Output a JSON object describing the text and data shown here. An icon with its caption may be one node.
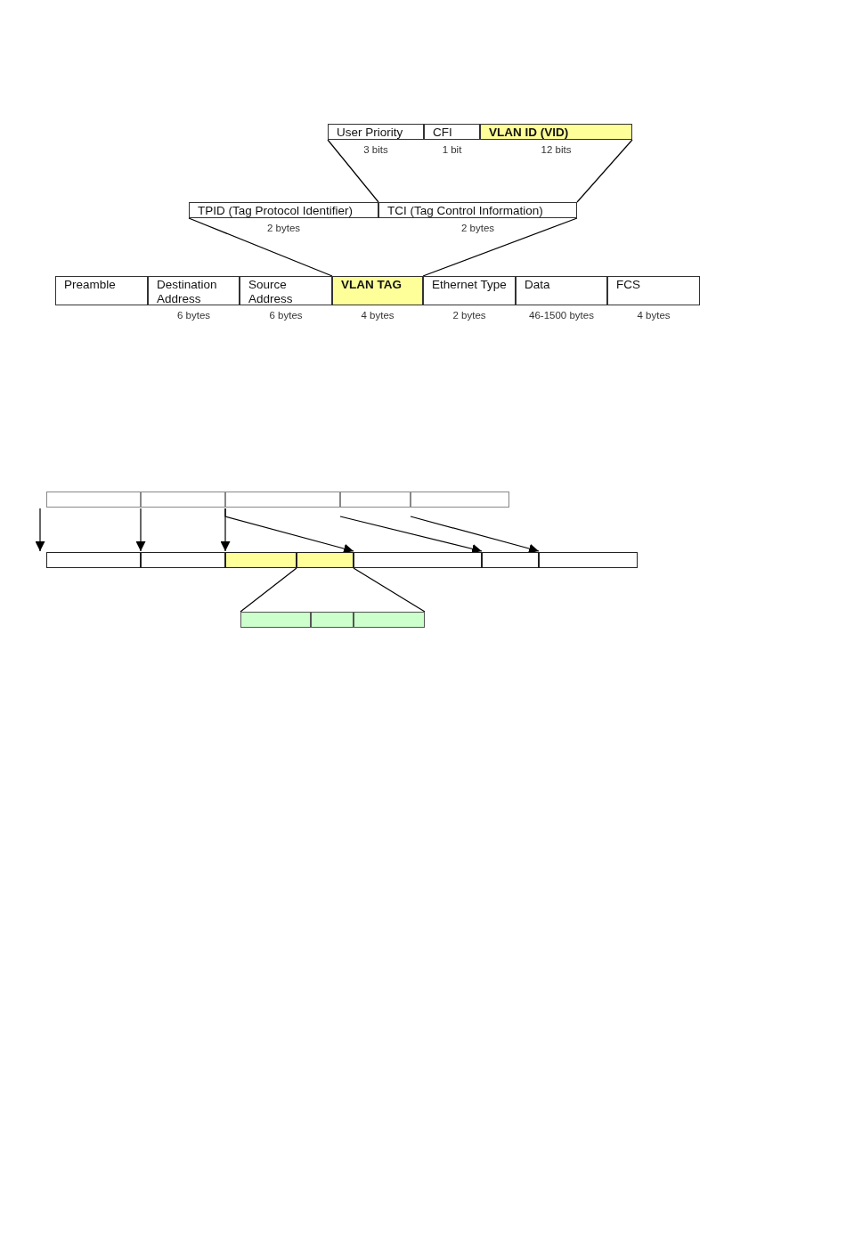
{
  "diagram": {
    "nodes": [
      {
        "text": [
          "User Priority"
        ],
        "beside": [
          "3 bits"
        ]
      },
      {
        "text": [
          "CFI"
        ],
        "beside": [
          "1 bit"
        ]
      },
      {
        "text": [
          "VLAN ID (VID)"
        ],
        "beside": [
          "12 bits"
        ]
      },
      {
        "text": [
          "TPID (Tag Protocol Identifier)"
        ],
        "beside": [
          "2 bytes"
        ]
      },
      {
        "text": [
          "TCI (Tag Control Information)"
        ],
        "beside": [
          "2 bytes"
        ]
      },
      {
        "text": [
          "Preamble"
        ]
      },
      {
        "text": [
          "Destination Address"
        ],
        "beside": [
          "6 bytes"
        ]
      },
      {
        "text": [
          "Source Address"
        ],
        "beside": [
          "6 bytes"
        ]
      },
      {
        "text": [
          "VLAN TAG"
        ],
        "beside": [
          "4 bytes"
        ]
      },
      {
        "text": [
          "Ethernet Type"
        ],
        "beside": [
          "2 bytes"
        ]
      },
      {
        "text": [
          "Data"
        ],
        "beside": [
          "46-1500 bytes"
        ]
      },
      {
        "text": [
          "FCS"
        ],
        "beside": [
          "4 bytes"
        ]
      },
      {
        "text": [],
        "shape": "box"
      },
      {
        "text": [],
        "shape": "box"
      },
      {
        "text": [],
        "shape": "box"
      },
      {
        "text": [],
        "shape": "box"
      },
      {
        "text": [],
        "shape": "box"
      },
      {
        "text": [],
        "shape": "box"
      },
      {
        "text": [],
        "shape": "box"
      },
      {
        "text": [],
        "shape": "box"
      },
      {
        "text": [],
        "shape": "box"
      },
      {
        "text": [],
        "shape": "box"
      },
      {
        "text": [],
        "shape": "box"
      },
      {
        "text": [],
        "shape": "box"
      },
      {
        "text": [],
        "shape": "box"
      },
      {
        "text": [],
        "shape": "box"
      },
      {
        "text": [],
        "shape": "box"
      }
    ],
    "edges": [
      {
        "from": 4,
        "to": 0,
        "arrow": "none"
      },
      {
        "from": 4,
        "to": 2,
        "arrow": "none"
      },
      {
        "from": 8,
        "to": 3,
        "arrow": "none"
      },
      {
        "from": 8,
        "to": 4,
        "arrow": "none"
      },
      {
        "from": 12,
        "to": 17,
        "arrow": "to"
      },
      {
        "from": 13,
        "to": 18,
        "arrow": "to"
      },
      {
        "from": 14,
        "to": 19,
        "arrow": "to"
      },
      {
        "from": 14,
        "to": 21,
        "arrow": "to"
      },
      {
        "from": 15,
        "to": 22,
        "arrow": "to"
      },
      {
        "from": 16,
        "to": 23,
        "arrow": "to"
      },
      {
        "from": 20,
        "to": 24,
        "arrow": "none"
      },
      {
        "from": 20,
        "to": 26,
        "arrow": "none"
      }
    ]
  }
}
